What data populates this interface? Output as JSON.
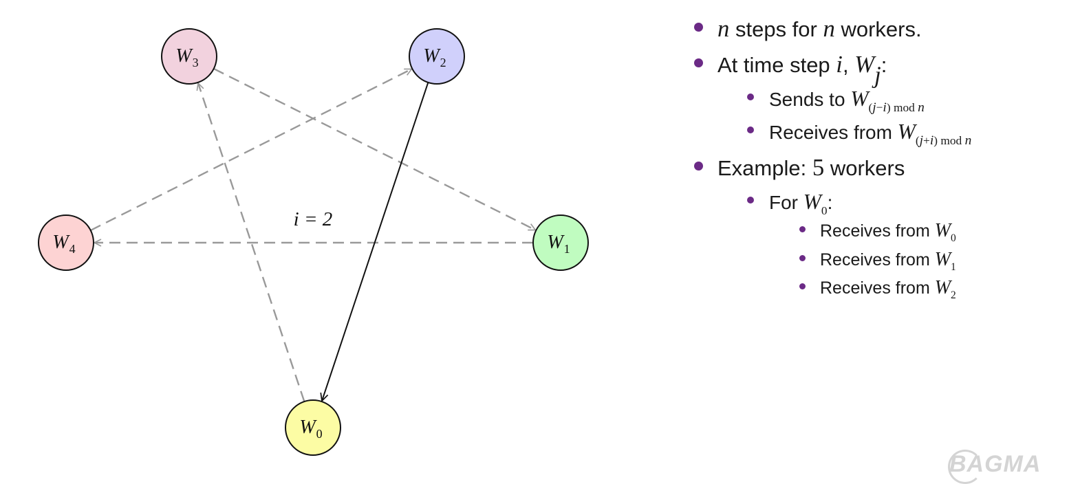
{
  "diagram": {
    "label": "i = 2",
    "nodes": [
      {
        "id": "W3",
        "letter": "W",
        "sub": "3",
        "color": "#f2d2de"
      },
      {
        "id": "W2",
        "letter": "W",
        "sub": "2",
        "color": "#d0d0fb"
      },
      {
        "id": "W4",
        "letter": "W",
        "sub": "4",
        "color": "#fdd3d3"
      },
      {
        "id": "W1",
        "letter": "W",
        "sub": "1",
        "color": "#c0fcc0"
      },
      {
        "id": "W0",
        "letter": "W",
        "sub": "0",
        "color": "#fcfca4"
      }
    ],
    "edges": [
      {
        "from": "W0",
        "to": "W3",
        "style": "dashed"
      },
      {
        "from": "W3",
        "to": "W1",
        "style": "dashed"
      },
      {
        "from": "W4",
        "to": "W2",
        "style": "dashed"
      },
      {
        "from": "W1",
        "to": "W4",
        "style": "dashed"
      },
      {
        "from": "W2",
        "to": "W0",
        "style": "solid"
      }
    ],
    "colors": {
      "dashed": "#999999",
      "solid": "#111111",
      "outline": "#111111"
    }
  },
  "bullets": {
    "b1": {
      "var1": "n",
      "text1": " steps for ",
      "var2": "n",
      "text2": " workers."
    },
    "b2": {
      "text1": "At time step ",
      "var1": "i",
      "text2": ", ",
      "var2": "W",
      "sub": "j",
      "text3": ":"
    },
    "b2a": {
      "text1": "Sends to ",
      "var": "W",
      "sub_open": "(",
      "sub_var1": "j",
      "sub_op": "−",
      "sub_var2": "i",
      "sub_close": ")",
      "sub_mod": " mod ",
      "sub_n": "n"
    },
    "b2b": {
      "text1": "Receives from ",
      "var": "W",
      "sub_open": "(",
      "sub_var1": "j",
      "sub_op": "+",
      "sub_var2": "i",
      "sub_close": ")",
      "sub_mod": " mod ",
      "sub_n": "n"
    },
    "b3": {
      "text1": "Example: ",
      "num": "5",
      "text2": " workers"
    },
    "b3a": {
      "text1": "For ",
      "var": "W",
      "sub": "0",
      "text2": ":"
    },
    "b3a_items": [
      {
        "text": "Receives from ",
        "var": "W",
        "sub": "0"
      },
      {
        "text": "Receives from ",
        "var": "W",
        "sub": "1"
      },
      {
        "text": "Receives from ",
        "var": "W",
        "sub": "2"
      }
    ],
    "bullet_color": "#6b2a86"
  },
  "logo": {
    "text": "BAGMA"
  }
}
